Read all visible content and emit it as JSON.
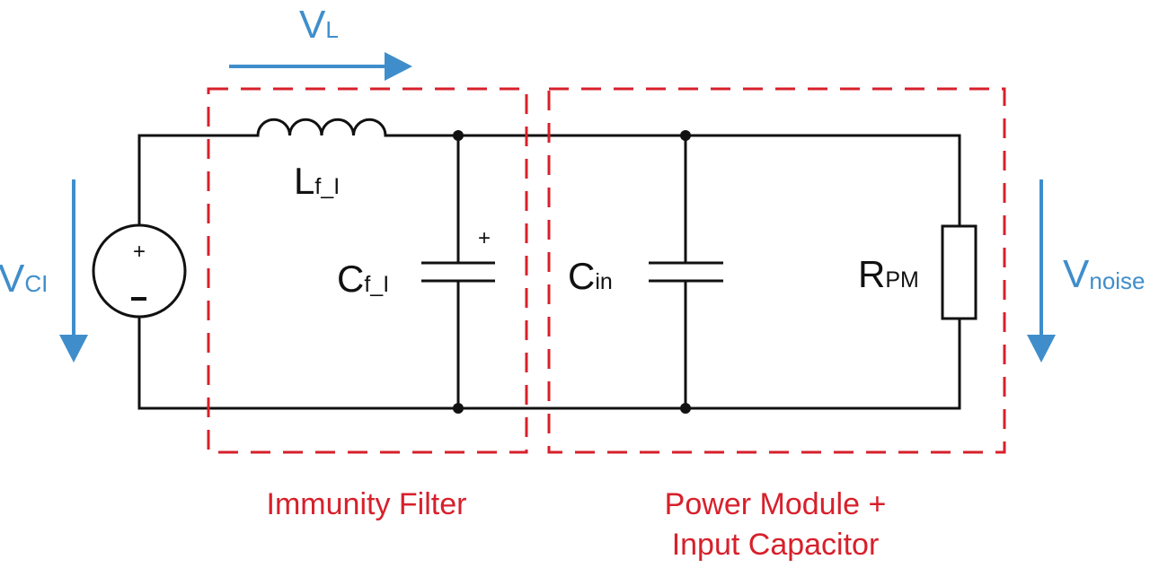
{
  "colors": {
    "wire": "#111111",
    "voltage_arrow": "#3f8ecb",
    "block_boundary": "#d7202b"
  },
  "source": {
    "name": "V",
    "sub": "CI",
    "plus": "+",
    "minus": "-"
  },
  "voltages": {
    "inductor": {
      "name": "V",
      "sub": "L"
    },
    "noise": {
      "name": "V",
      "sub": "noise"
    }
  },
  "components": {
    "inductor": {
      "name": "L",
      "sub": "f_I"
    },
    "filter_cap": {
      "name": "C",
      "sub": "f_I",
      "polarity": "+"
    },
    "input_cap": {
      "name": "C",
      "sub": "in"
    },
    "load_resistor": {
      "name": "R",
      "sub": "PM"
    }
  },
  "blocks": {
    "immunity_filter": {
      "label": "Immunity Filter"
    },
    "power_module": {
      "label_line1": "Power Module +",
      "label_line2": "Input Capacitor"
    }
  }
}
